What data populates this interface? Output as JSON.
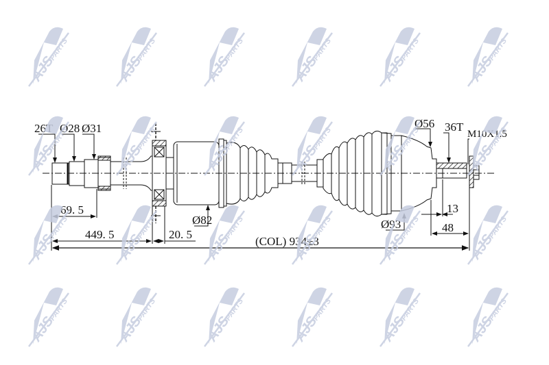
{
  "watermark": {
    "brand": "AJS",
    "suffix": "PARTS",
    "color": "#c6cde0",
    "columns_x": [
      60,
      188,
      316,
      444,
      572,
      700
    ],
    "rows_y": [
      28,
      158,
      288,
      408
    ]
  },
  "drawing": {
    "part_type": "drive-shaft",
    "line_color": "#111111",
    "labels": {
      "spline_teeth_inner": "26T",
      "diameter_28": "Ø28",
      "diameter_31": "Ø31",
      "diameter_56": "Ø56",
      "spline_teeth_outer": "36T",
      "thread": "M10X1.5",
      "diameter_82": "Ø82",
      "diameter_93": "Ø93"
    },
    "dimensions": {
      "len_69_5": "69. 5",
      "len_449_5": "449. 5",
      "len_20_5": "20. 5",
      "len_13": "13",
      "len_48": "48",
      "total_length": "(COL) 934±3"
    }
  }
}
